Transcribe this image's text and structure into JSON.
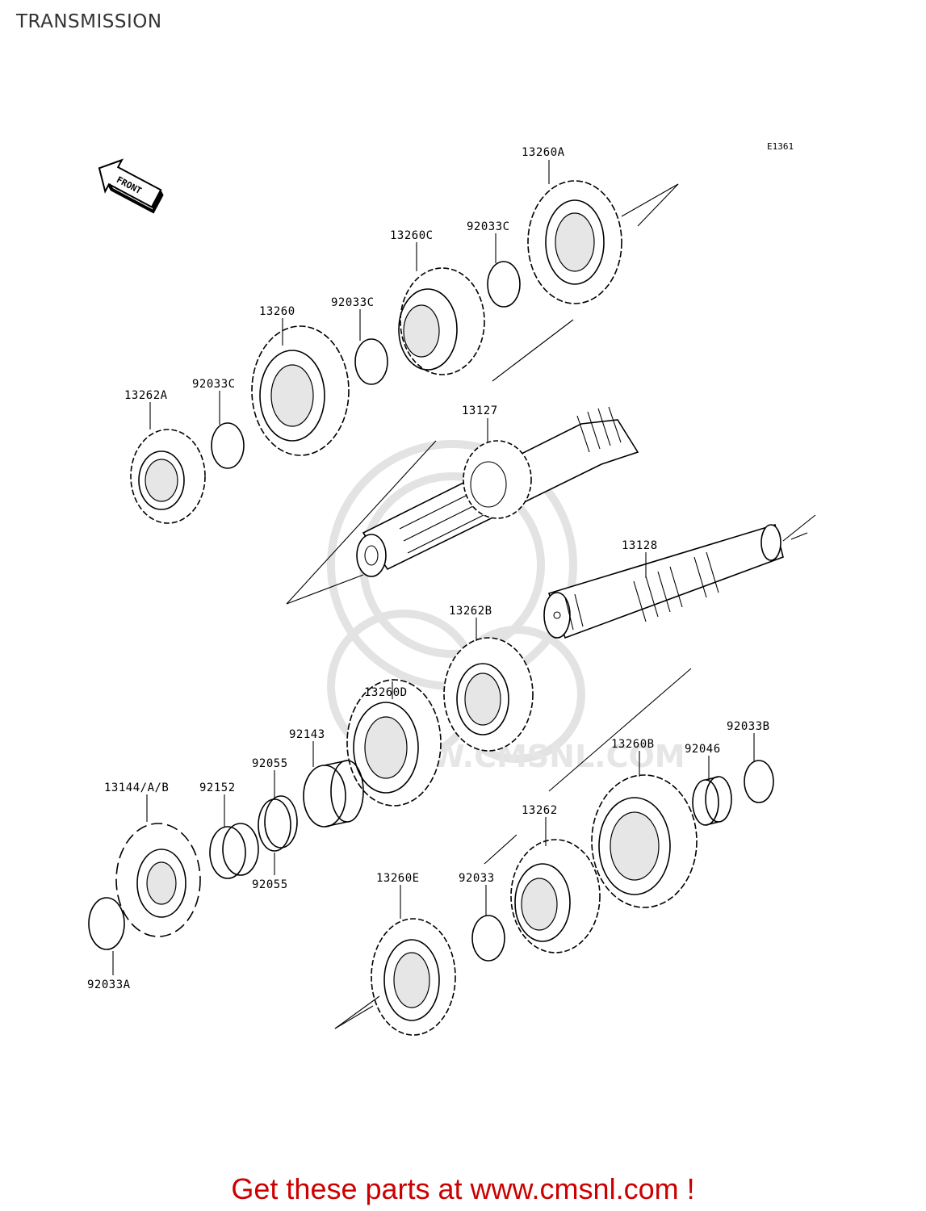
{
  "title": "TRANSMISSION",
  "figure_code": "E1361",
  "front_label": "FRONT",
  "watermark": "WWW.CMSNL.COM",
  "footer": "Get these parts at www.cmsnl.com !",
  "parts": {
    "p13260A": "13260A",
    "p92033C_1": "92033C",
    "p13260C": "13260C",
    "p92033C_2": "92033C",
    "p13260": "13260",
    "p92033C_3": "92033C",
    "p13262A": "13262A",
    "p13127": "13127",
    "p13128": "13128",
    "p13262B": "13262B",
    "p13260D": "13260D",
    "p92143": "92143",
    "p92055_1": "92055",
    "p92055_2": "92055",
    "p13144": "13144/A/B",
    "p92152": "92152",
    "p92033A": "92033A",
    "p13260B": "13260B",
    "p92046": "92046",
    "p92033B": "92033B",
    "p13262": "13262",
    "p92033": "92033",
    "p13260E": "13260E"
  }
}
